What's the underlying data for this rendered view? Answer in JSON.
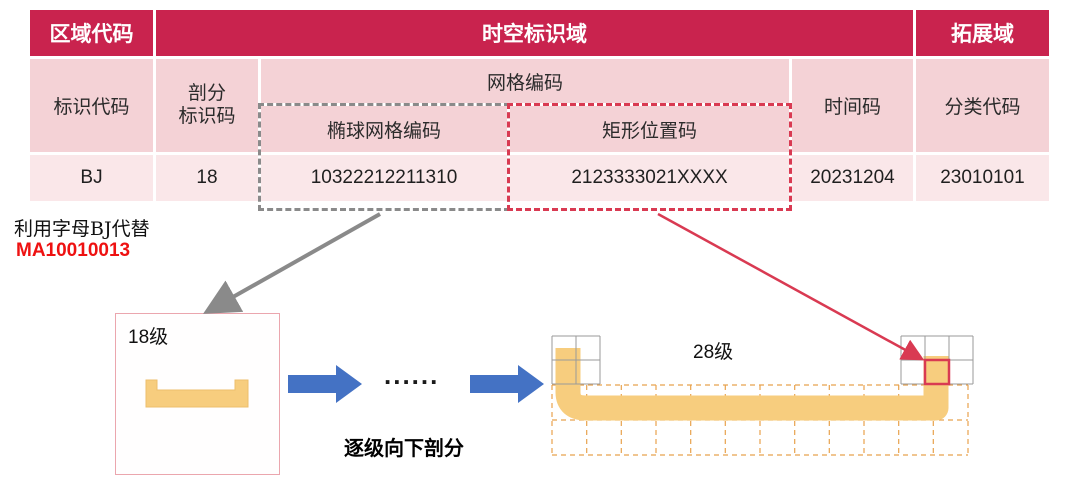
{
  "colors": {
    "header_bg": "#C9234E",
    "subheader_bg": "#F4D2D6",
    "data_row_bg": "#FAE7E9",
    "dashed_gray": "#8A8A8A",
    "dashed_red": "#D93A52",
    "note_red": "#EE1111",
    "arrow_blue": "#4472C4",
    "shape_yellow": "#F7CD7E",
    "grid_orange": "#E8A24D"
  },
  "table": {
    "header": {
      "region_code": "区域代码",
      "spatiotemporal": "时空标识域",
      "extension": "拓展域"
    },
    "labels": {
      "id_code": "标识代码",
      "subdivision_code": "剖分\n标识码",
      "grid_code": "网格编码",
      "ellipsoid_grid_code": "椭球网格编码",
      "rect_position_code": "矩形位置码",
      "time_code": "时间码",
      "classification_code": "分类代码"
    },
    "row": {
      "id": "BJ",
      "subdivision": "18",
      "ellipsoid": "10322212211310",
      "rect": "2123333021XXXX",
      "time": "20231204",
      "classification": "23010101"
    }
  },
  "note": {
    "line1": "利用字母BJ代替",
    "line2": "MA10010013"
  },
  "diagram": {
    "level18": "18级",
    "level28": "28级",
    "ellipsis": "......",
    "caption": "逐级向下剖分"
  }
}
